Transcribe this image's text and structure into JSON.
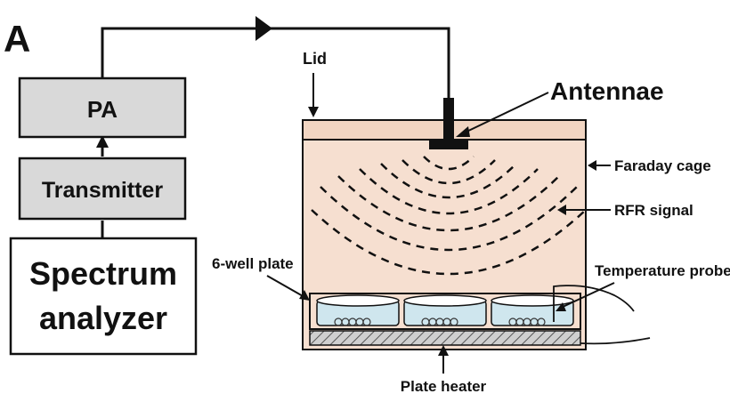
{
  "panel_letter": "A",
  "blocks": {
    "pa": "PA",
    "transmitter": "Transmitter",
    "spectrum_line1": "Spectrum",
    "spectrum_line2": "analyzer"
  },
  "labels": {
    "lid": "Lid",
    "antennae": "Antennae",
    "faraday_cage": "Faraday cage",
    "rfr_signal": "RFR signal",
    "six_well_plate": "6-well plate",
    "temperature_probe": "Temperature probe",
    "plate_heater": "Plate heater"
  },
  "colors": {
    "block_fill": "#d9d9d9",
    "cage_fill": "#f6dfd0",
    "well_fill": "#cfe6ee",
    "line": "#111111"
  }
}
